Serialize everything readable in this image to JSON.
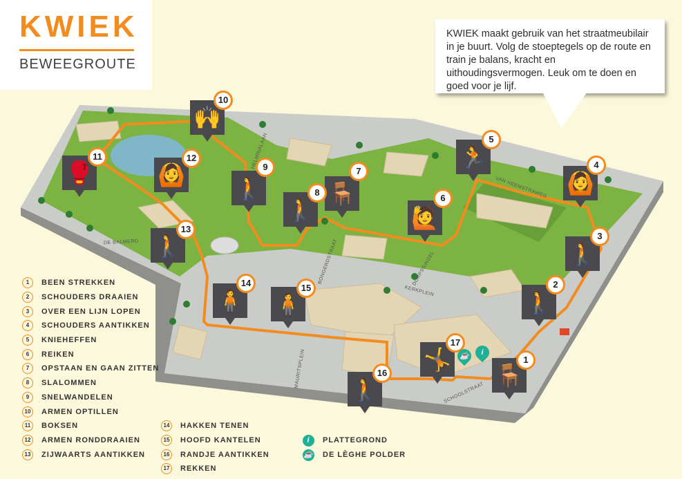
{
  "logo": {
    "brand": "KWIEK",
    "subtitle": "BEWEEGROUTE"
  },
  "intro_text": "KWIEK maakt gebruik van het straatmeubilair in je buurt. Volg de stoeptegels op de route en train je balans, kracht en uithoudingsvermogen. Leuk om te doen en goed voor je lijf.",
  "colors": {
    "route": "#f28c1f",
    "marker": "#4a4a4e",
    "grass": "#7cb342",
    "building": "#e4d6b4",
    "info": "#1fae96",
    "background": "#fbf8dc"
  },
  "streets": [
    "DE BALMERD",
    "HELMINALAAN",
    "BONGERDSTRAAT",
    "DORPSSINGEL",
    "KERKPLEIN",
    "VAN HEEMSTRAWEG",
    "SCHOOLSTRAAT",
    "MAURITSPLEIN"
  ],
  "exercises": [
    {
      "num": "1",
      "label": "BEEN STREKKEN"
    },
    {
      "num": "2",
      "label": "SCHOUDERS DRAAIEN"
    },
    {
      "num": "3",
      "label": "OVER EEN LIJN LOPEN"
    },
    {
      "num": "4",
      "label": "SCHOUDERS AANTIKKEN"
    },
    {
      "num": "5",
      "label": "KNIEHEFFEN"
    },
    {
      "num": "6",
      "label": "REIKEN"
    },
    {
      "num": "7",
      "label": "OPSTAAN EN GAAN ZITTEN"
    },
    {
      "num": "8",
      "label": "SLALOMMEN"
    },
    {
      "num": "9",
      "label": "SNELWANDELEN"
    },
    {
      "num": "10",
      "label": "ARMEN OPTILLEN"
    },
    {
      "num": "11",
      "label": "BOKSEN"
    },
    {
      "num": "12",
      "label": "ARMEN RONDDRAAIEN"
    },
    {
      "num": "13",
      "label": "ZIJWAARTS AANTIKKEN"
    },
    {
      "num": "14",
      "label": "HAKKEN TENEN"
    },
    {
      "num": "15",
      "label": "HOOFD KANTELEN"
    },
    {
      "num": "16",
      "label": "RANDJE AANTIKKEN"
    },
    {
      "num": "17",
      "label": "REKKEN"
    }
  ],
  "pois": [
    {
      "icon": "info-icon",
      "glyph": "i",
      "label": "PLATTEGROND"
    },
    {
      "icon": "coffee-icon",
      "glyph": "☕",
      "label": "DE LÈGHE POLDER"
    }
  ]
}
